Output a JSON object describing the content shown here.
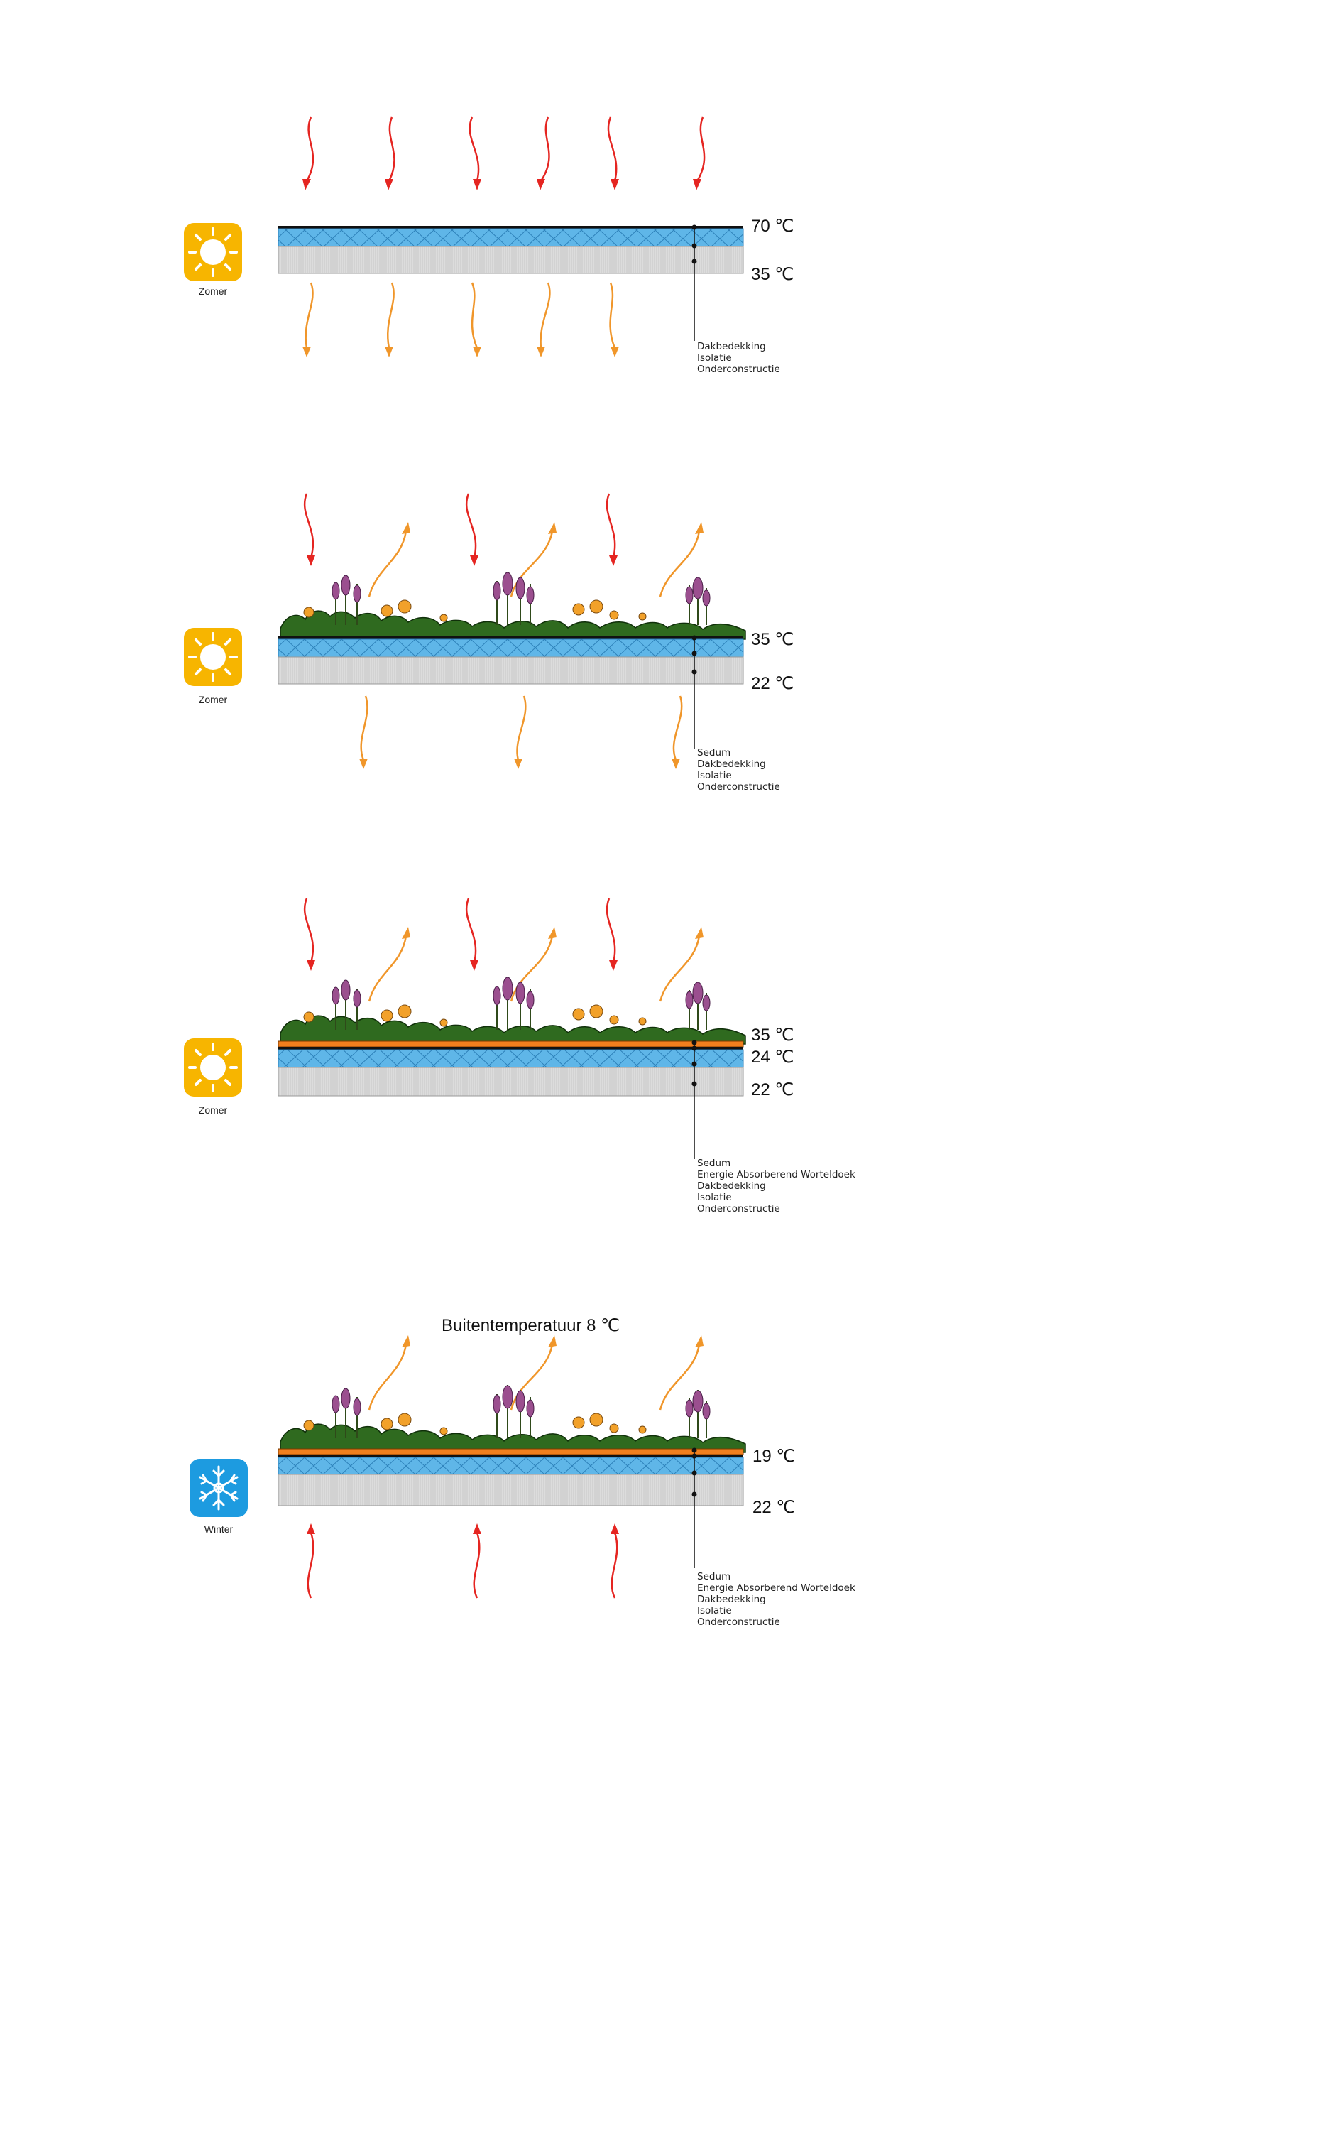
{
  "colors": {
    "heat_in": "#e52521",
    "heat_out": "#f0962a",
    "sun_bg": "#f7b500",
    "winter_bg": "#1d9be0",
    "insulation": "#5fb6e8",
    "substructure": "#dcdcdc",
    "fabric": "#f07f1e",
    "sedum": "#2f6a1f",
    "flower_purple": "#8a4a8a",
    "flower_orange": "#f2a12a"
  },
  "panels": [
    {
      "season": "Zomer",
      "season_icon": "sun-icon",
      "temps": [
        "70 ℃",
        "35 ℃"
      ],
      "layers": [
        "Dakbedekking",
        "Isolatie",
        "Onderconstructie"
      ]
    },
    {
      "season": "Zomer",
      "season_icon": "sun-icon",
      "temps": [
        "35 ℃",
        "22 ℃"
      ],
      "layers": [
        "Sedum",
        "Dakbedekking",
        "Isolatie",
        "Onderconstructie"
      ]
    },
    {
      "season": "Zomer",
      "season_icon": "sun-icon",
      "temps": [
        "35 ℃",
        "24 ℃",
        "22 ℃"
      ],
      "layers": [
        "Sedum",
        "Energie Absorberend Worteldoek",
        "Dakbedekking",
        "Isolatie",
        "Onderconstructie"
      ]
    },
    {
      "title": "Buitentemperatuur 8 ℃",
      "season": "Winter",
      "season_icon": "snowflake-icon",
      "temps": [
        "19 ℃",
        "22 ℃"
      ],
      "layers": [
        "Sedum",
        "Energie Absorberend Worteldoek",
        "Dakbedekking",
        "Isolatie",
        "Onderconstructie"
      ]
    }
  ]
}
